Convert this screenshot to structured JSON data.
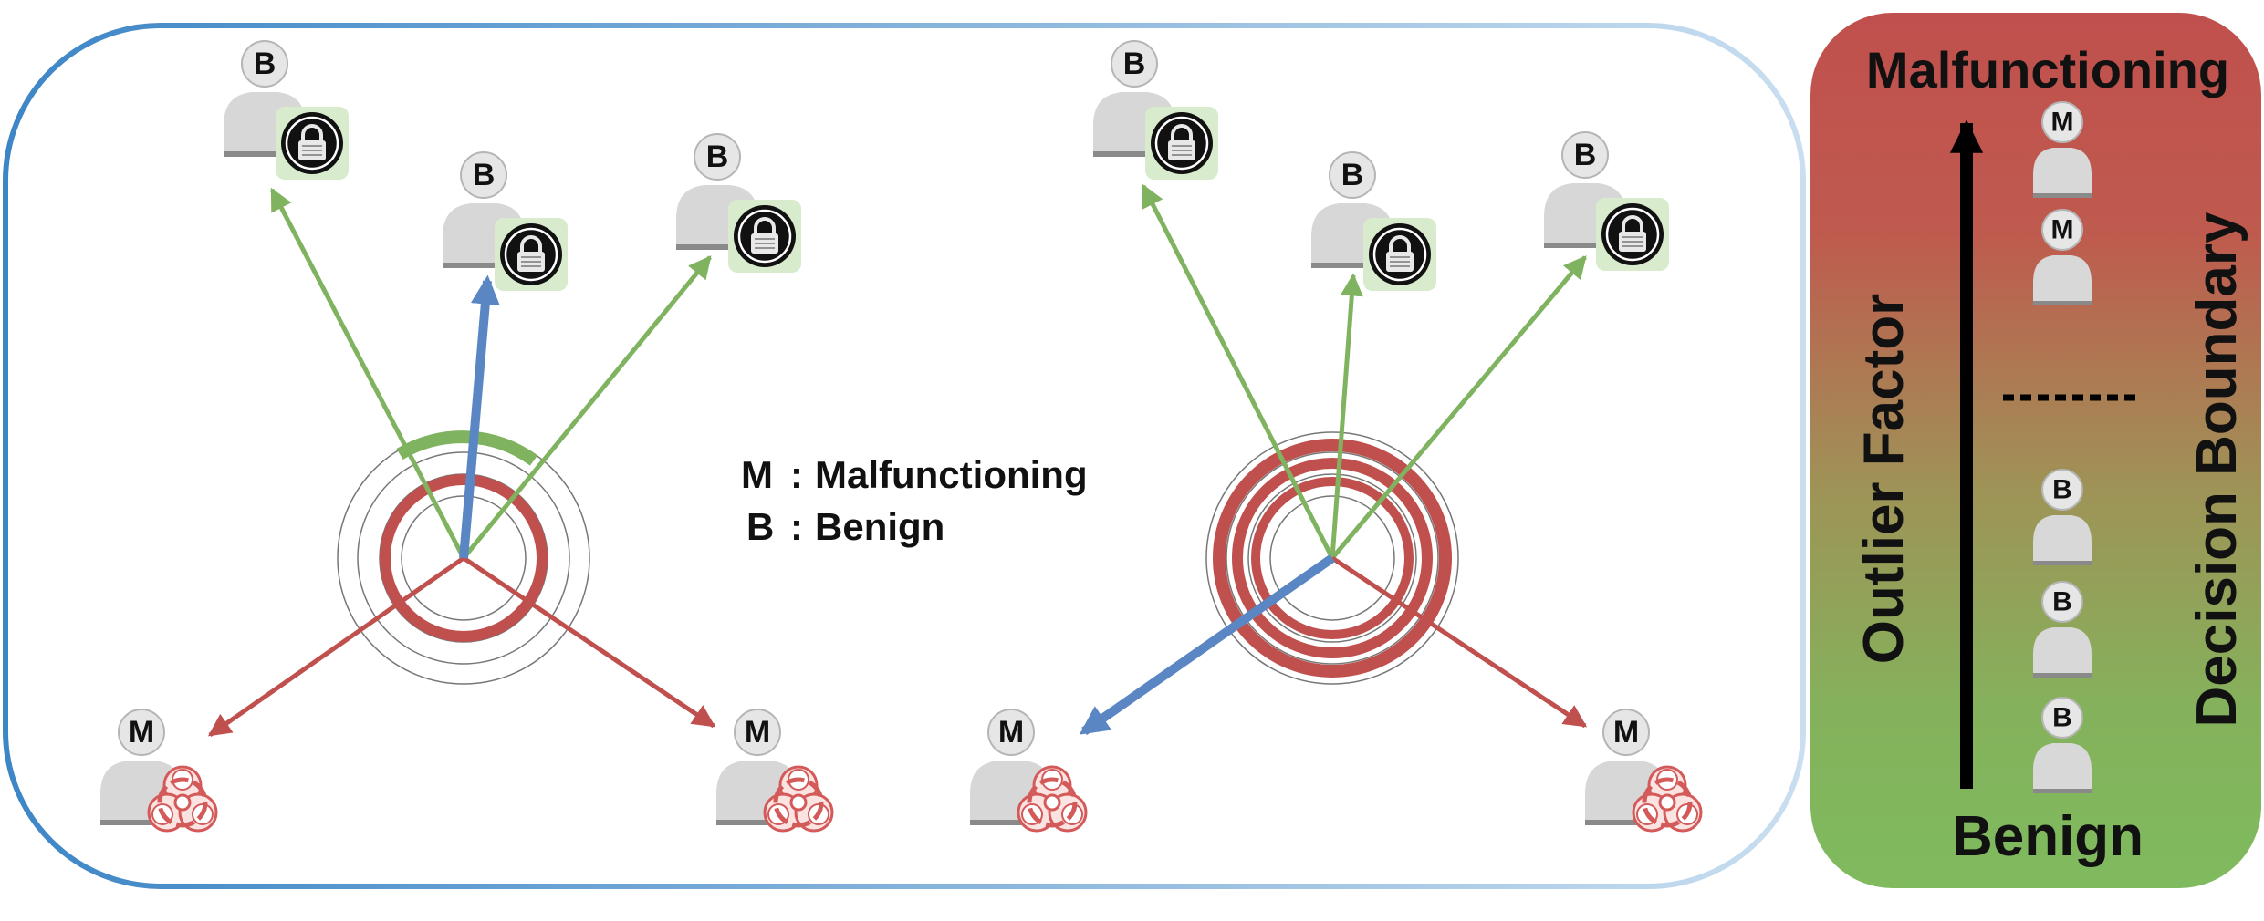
{
  "legend": {
    "m_key": "M",
    "m_sep": ":",
    "m_text": "Malfunctioning",
    "b_key": "B",
    "b_sep": ":",
    "b_text": "Benign"
  },
  "side_panel": {
    "top_label": "Malfunctioning",
    "bottom_label": "Benign",
    "axis_label": "Outlier Factor",
    "boundary_label": "Decision Boundary",
    "top_users": [
      "M",
      "M"
    ],
    "bottom_users": [
      "B",
      "B",
      "B"
    ]
  },
  "left_scene": {
    "benign_users": [
      "B",
      "B",
      "B"
    ],
    "malicious_users": [
      "M",
      "M"
    ]
  },
  "right_scene": {
    "benign_users": [
      "B",
      "B",
      "B"
    ],
    "malicious_users": [
      "M",
      "M"
    ]
  },
  "colors": {
    "benign_arrow": "#7fb35f",
    "malicious_arrow": "#c0504d",
    "selected_arrow": "#5b86c4",
    "frame_left": "#3d86c6",
    "frame_right": "#c9def0",
    "panel_top": "#c0504d",
    "panel_bottom": "#7fba5e"
  }
}
